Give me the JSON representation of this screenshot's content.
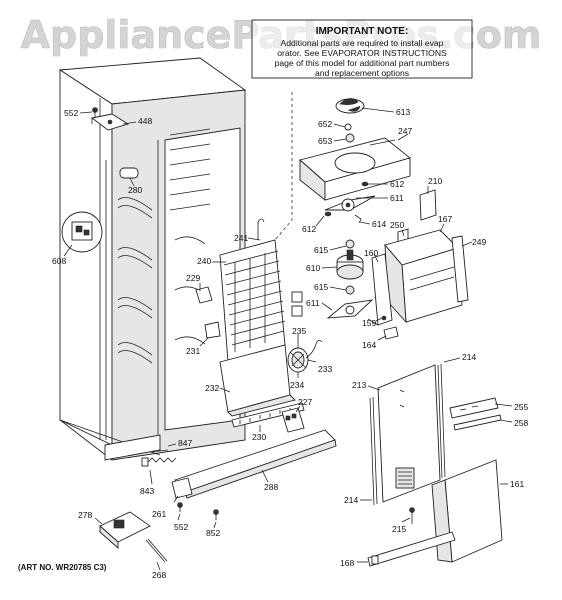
{
  "watermark": "AppliancePartsPros.com",
  "note": {
    "title": "IMPORTANT NOTE:",
    "lines": [
      "Additional parts are required to install evap",
      "orator. See EVAPORATOR INSTRUCTIONS",
      "page of this model for additional part numbers",
      "and replacement options"
    ]
  },
  "art_number": "(ART NO. WR20785 C3)",
  "callouts": {
    "c552a": "552",
    "c448": "448",
    "c280": "280",
    "c608": "608",
    "c241": "241",
    "c240": "240",
    "c229": "229",
    "c231": "231",
    "c232": "232",
    "c230": "230",
    "c227": "227",
    "c847": "847",
    "c843": "843",
    "c261": "261",
    "c552b": "552",
    "c852": "852",
    "c288": "288",
    "c278": "278",
    "c268": "268",
    "c613": "613",
    "c652": "652",
    "c653": "653",
    "c247": "247",
    "c612a": "612",
    "c611a": "611",
    "c612b": "612",
    "c614": "614",
    "c615a": "615",
    "c610": "610",
    "c615b": "615",
    "c611b": "611",
    "c235": "235",
    "c233": "233",
    "c234": "234",
    "c210": "210",
    "c250": "250",
    "c167": "167",
    "c249": "249",
    "c160": "160",
    "c159": "159",
    "c164": "164",
    "c214a": "214",
    "c213": "213",
    "c255": "255",
    "c258": "258",
    "c161": "161",
    "c214b": "214",
    "c215": "215",
    "c168": "168"
  }
}
